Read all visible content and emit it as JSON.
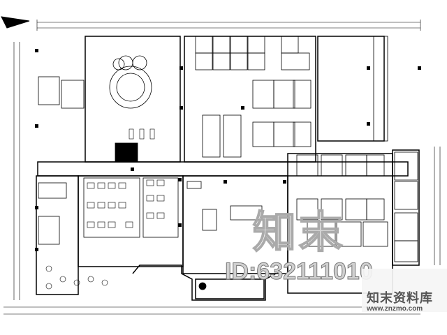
{
  "watermark": {
    "logo_text": "知末",
    "id_text": "ID:632111010",
    "brand_name": "知末资料库",
    "url": "www.znzmo.com"
  },
  "colors": {
    "line": "#000000",
    "watermark": "#aaaaaa",
    "background": "#ffffff"
  }
}
